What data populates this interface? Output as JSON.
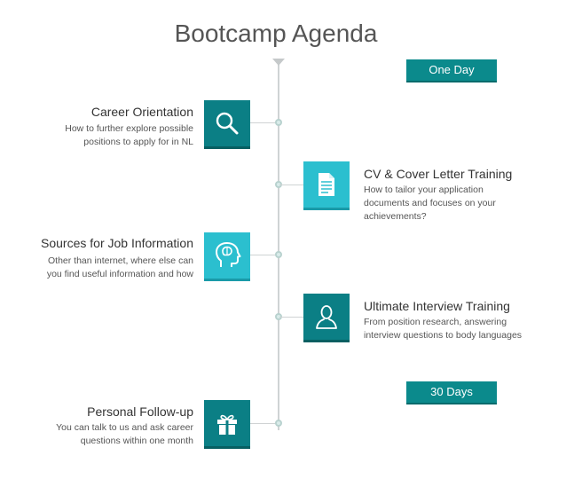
{
  "title": "Bootcamp Agenda",
  "badges": [
    "One Day",
    "30 Days"
  ],
  "items": [
    {
      "title": "Career Orientation",
      "desc": [
        "How to further explore possible",
        "positions to apply for in NL"
      ],
      "icon": "search-icon",
      "color": "#0b7f85"
    },
    {
      "title": "CV & Cover Letter Training",
      "desc": [
        "How to tailor your application",
        "documents and focuses on your",
        "achievements?"
      ],
      "icon": "document-icon",
      "color": "#2bbfcf"
    },
    {
      "title": "Sources for Job Information",
      "desc": [
        "Other than internet, where else can",
        "you find useful information and how"
      ],
      "icon": "head-icon",
      "color": "#2bbfcf"
    },
    {
      "title": "Ultimate Interview Training",
      "desc": [
        "From position research, answering",
        "interview questions to body languages"
      ],
      "icon": "person-icon",
      "color": "#0b7f85"
    },
    {
      "title": "Personal Follow-up",
      "desc": [
        "You can talk to us and ask career",
        "questions within one month"
      ],
      "icon": "gift-icon",
      "color": "#0b7f85"
    }
  ]
}
